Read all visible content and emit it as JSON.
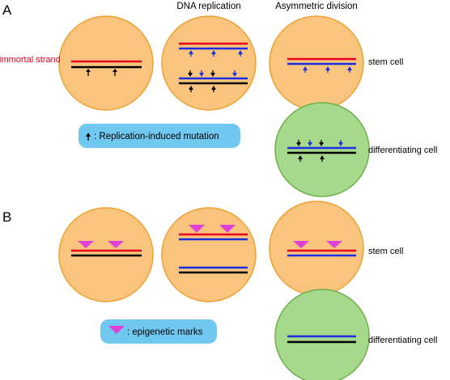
{
  "panels": {
    "a": {
      "letter": "A",
      "col_labels": {
        "replication": "DNA replication",
        "division": "Asymmetric division"
      },
      "immortal_label": "immortal strand",
      "stem_label": "stem cell",
      "diff_label": "differentiating cell",
      "legend_text": ": Replication-induced mutation"
    },
    "b": {
      "letter": "B",
      "stem_label": "stem cell",
      "diff_label": "differentiating cell",
      "legend_text": ": epigenetic marks"
    }
  },
  "colors": {
    "stem_cell_fill": "#f8c47e",
    "stem_cell_stroke": "#f0a030",
    "diff_cell_fill": "#a6d98c",
    "diff_cell_stroke": "#6cb04a",
    "immortal_strand": "#e8001c",
    "new_strand": "#1c2fe0",
    "old_strand": "#000000",
    "epigenetic_mark": "#e040d8",
    "legend_bg": "#70c8f0",
    "immortal_label": "#e8001c"
  },
  "icons": {
    "mutation": "up-arrow-icon",
    "epigenetic": "down-triangle-icon"
  }
}
